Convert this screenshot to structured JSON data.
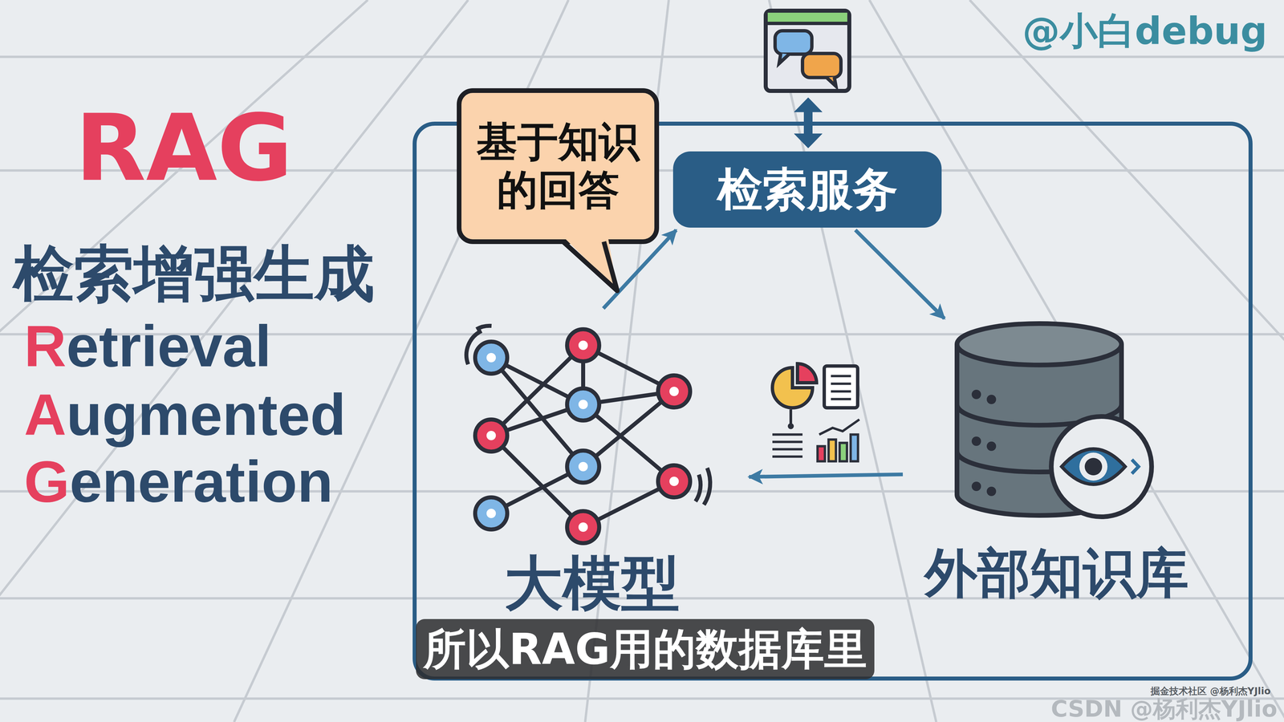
{
  "diagram": {
    "title": "RAG",
    "caption": "所以RAG用的数据库里",
    "nodes": [
      {
        "text": [
          "基于知识的回答"
        ]
      },
      {
        "text": [
          "检索服务"
        ]
      },
      {
        "text": [
          "大模型"
        ]
      },
      {
        "text": [
          "外部知识库"
        ]
      }
    ],
    "edges": [
      {
        "from": 2,
        "to": 1,
        "arrow": "to"
      },
      {
        "from": 1,
        "to": 3,
        "arrow": "to"
      },
      {
        "from": 3,
        "to": 2,
        "arrow": "to"
      }
    ],
    "labels": [
      "检索增强生成",
      "Retrieval",
      "Augmented",
      "Generation",
      "@小白debug",
      "掘金技术社区 @杨利杰YJlio",
      "CSDN @杨利杰YJlio"
    ]
  }
}
